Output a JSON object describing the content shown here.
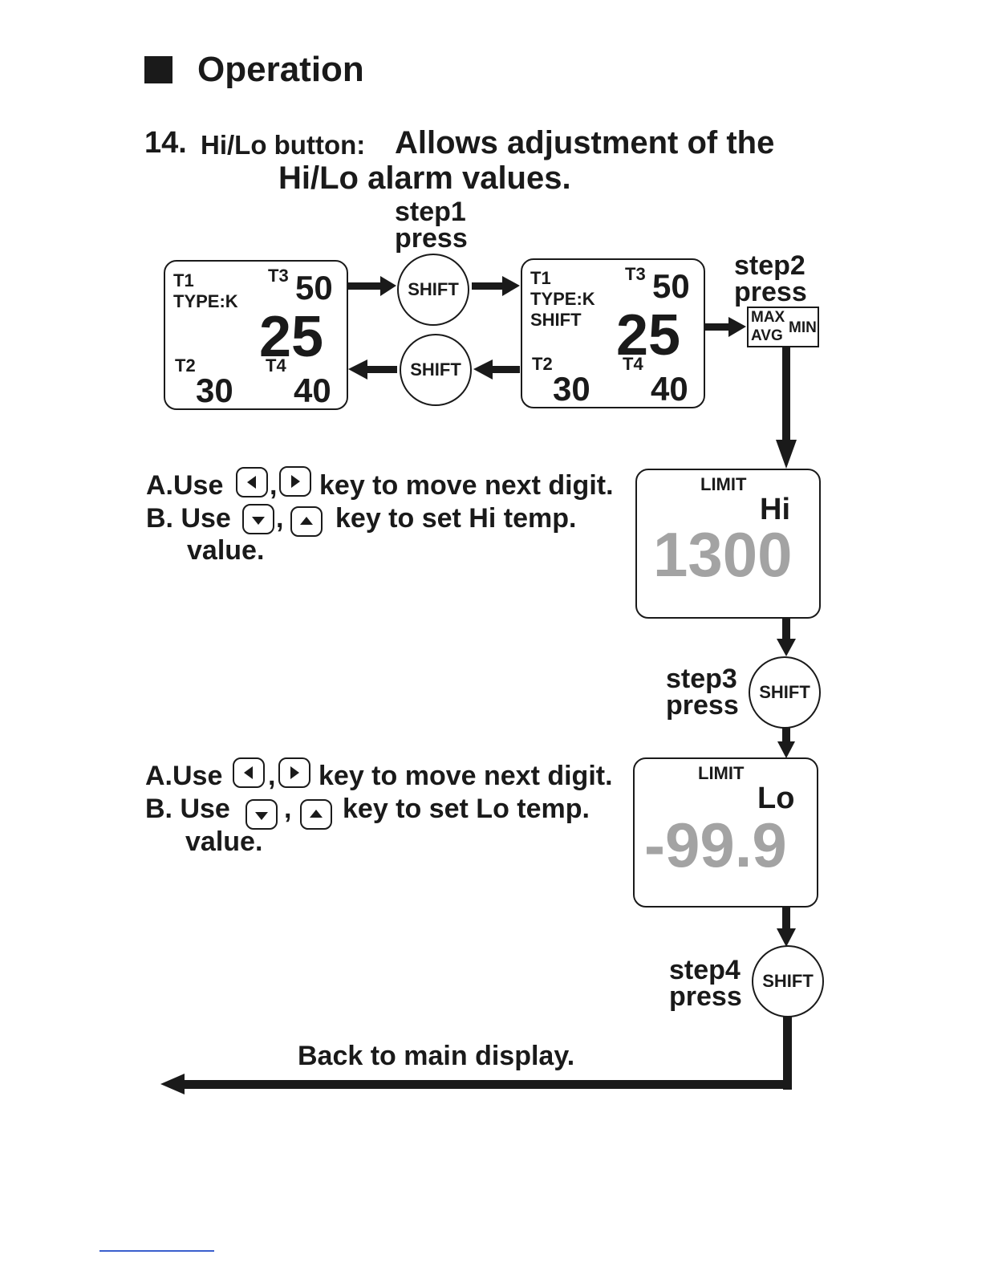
{
  "section": {
    "title": "Operation"
  },
  "item": {
    "number": "14.",
    "button_name": "Hi/Lo button:",
    "description_line1": "Allows adjustment of the",
    "description_line2": "Hi/Lo alarm values."
  },
  "steps": {
    "step1": {
      "label": "step1",
      "action": "press"
    },
    "step2": {
      "label": "step2",
      "action": "press"
    },
    "step3": {
      "label": "step3",
      "action": "press"
    },
    "step4": {
      "label": "step4",
      "action": "press"
    }
  },
  "display_main": {
    "t1": "T1",
    "type": "TYPE:K",
    "t3": "T3",
    "t3_value": "50",
    "main_value": "25",
    "t2": "T2",
    "t2_value": "30",
    "t4": "T4",
    "t4_value": "40"
  },
  "display_shift": {
    "t1": "T1",
    "type": "TYPE:K",
    "mode": "SHIFT",
    "t3": "T3",
    "t3_value": "50",
    "main_value": "25",
    "t2": "T2",
    "t2_value": "30",
    "t4": "T4",
    "t4_value": "40"
  },
  "shift_label": "SHIFT",
  "maxmin_button": {
    "max": "MAX",
    "avg": "AVG",
    "min": "MIN"
  },
  "limit_hi": {
    "limit": "LIMIT",
    "mode": "Hi",
    "value": "1300"
  },
  "limit_lo": {
    "limit": "LIMIT",
    "mode": "Lo",
    "value": "-99.9"
  },
  "instructions_hi": {
    "a_prefix": "A.Use",
    "comma": ",",
    "a_suffix": "key to move next digit.",
    "b_prefix": "B. Use",
    "b_suffix": "key to set Hi temp.",
    "b_line2": "value."
  },
  "instructions_lo": {
    "a_prefix": "A.Use",
    "comma": ",",
    "a_suffix": "key to move next digit.",
    "b_prefix": "B. Use",
    "b_suffix": "key to set Lo temp.",
    "b_line2": "value."
  },
  "back_text": "Back to main display.",
  "icons": [
    "left-arrow-key-icon",
    "right-arrow-key-icon",
    "down-arrow-key-icon",
    "up-arrow-key-icon",
    "flow-arrow-icon"
  ],
  "colors": {
    "ink": "#1a1a1a",
    "lcd_digits": "#a3a3a3",
    "background": "#ffffff"
  }
}
